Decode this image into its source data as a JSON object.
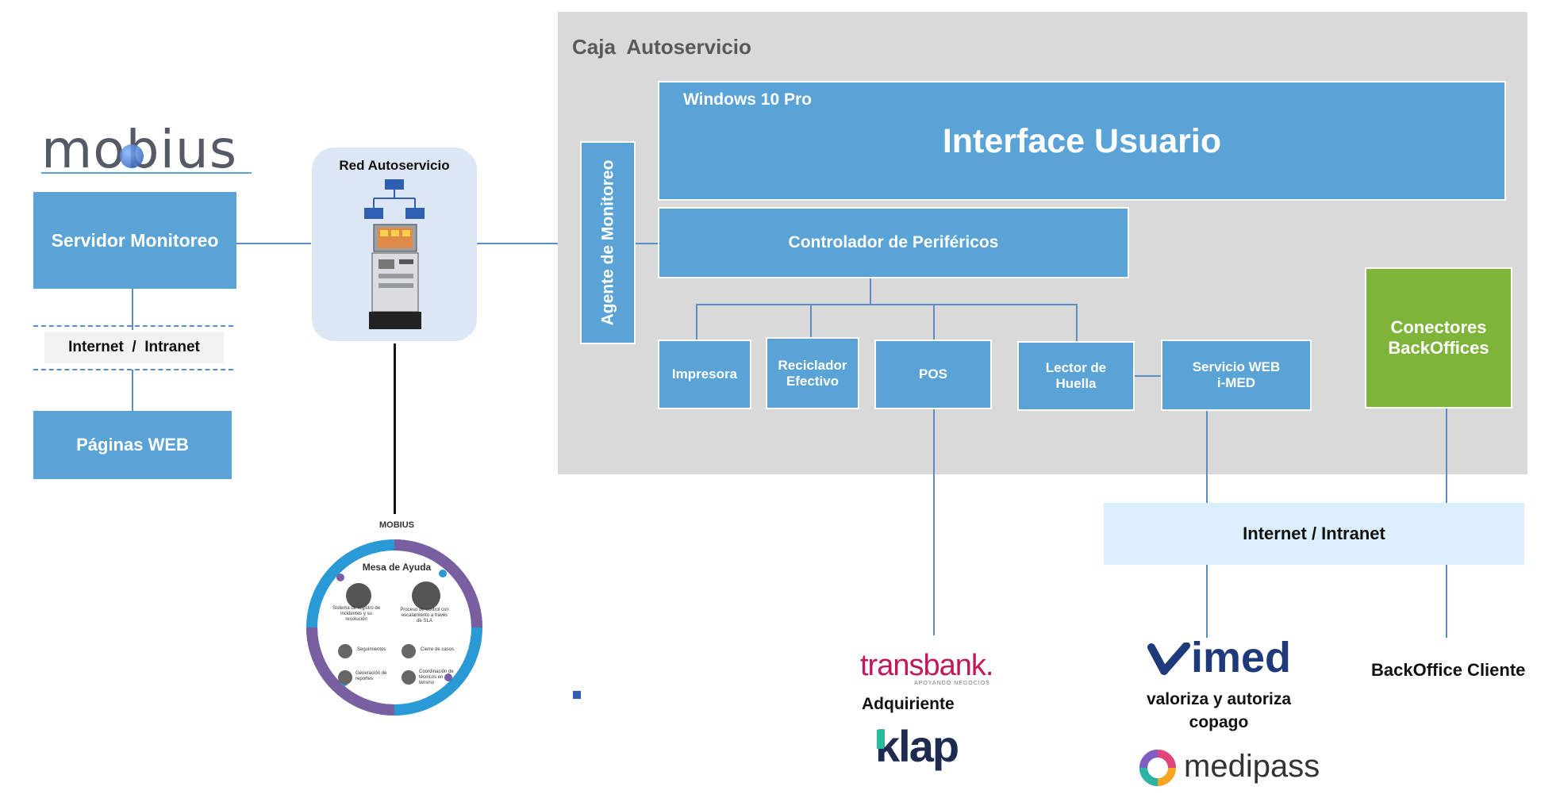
{
  "mobius_logo": "mobius",
  "servidor_monitoreo": "Servidor Monitoreo",
  "internet_intranet_left": "Internet  /  Intranet",
  "paginas_web": "Páginas WEB",
  "red_autoservicio": "Red Autoservicio",
  "caja_autoservicio": "Caja  Autoservicio",
  "windows_10_pro": "Windows 10 Pro",
  "interface_usuario": "Interface Usuario",
  "agente_monitoreo": "Agente de Monitoreo",
  "controlador_perifericos": "Controlador de Periféricos",
  "peripherals": {
    "impresora": "Impresora",
    "reciclador_1": "Reciclador",
    "reciclador_2": "Efectivo",
    "pos": "POS",
    "lector_1": "Lector de",
    "lector_2": "Huella",
    "servicio_1": "Servicio WEB",
    "servicio_2": "i-MED"
  },
  "conectores_1": "Conectores",
  "conectores_2": "BackOffices",
  "internet_intranet_right": "Internet / Intranet",
  "mesa": {
    "brand": "MOBIUS",
    "title": "Mesa de Ayuda",
    "item1": "Sistema de registro de incidentes y su resolución",
    "item2": "Proceso de control con escalamiento a través de SLA",
    "item3": "Seguimientos",
    "item4": "Cierre de casos",
    "item5": "Generación de reportes",
    "item6": "Coordinación de técnicos en terreno"
  },
  "transbank_logo": "transbank.",
  "transbank_tagline": "APOYANDO NEGOCIOS",
  "adquiriente": "Adquiriente",
  "klap_logo": "klap",
  "imed_logo": "imed",
  "imed_desc_1": "valoriza y autoriza",
  "imed_desc_2": "copago",
  "medipass_logo": "medipass",
  "backoffice_cliente": "BackOffice Cliente",
  "colors": {
    "blue_box": "#5aa3d6",
    "gray_panel": "#d9d9d9",
    "green_box": "#7fb43a",
    "light_blue_band": "#dbeefb",
    "line": "#5b8fc4"
  }
}
